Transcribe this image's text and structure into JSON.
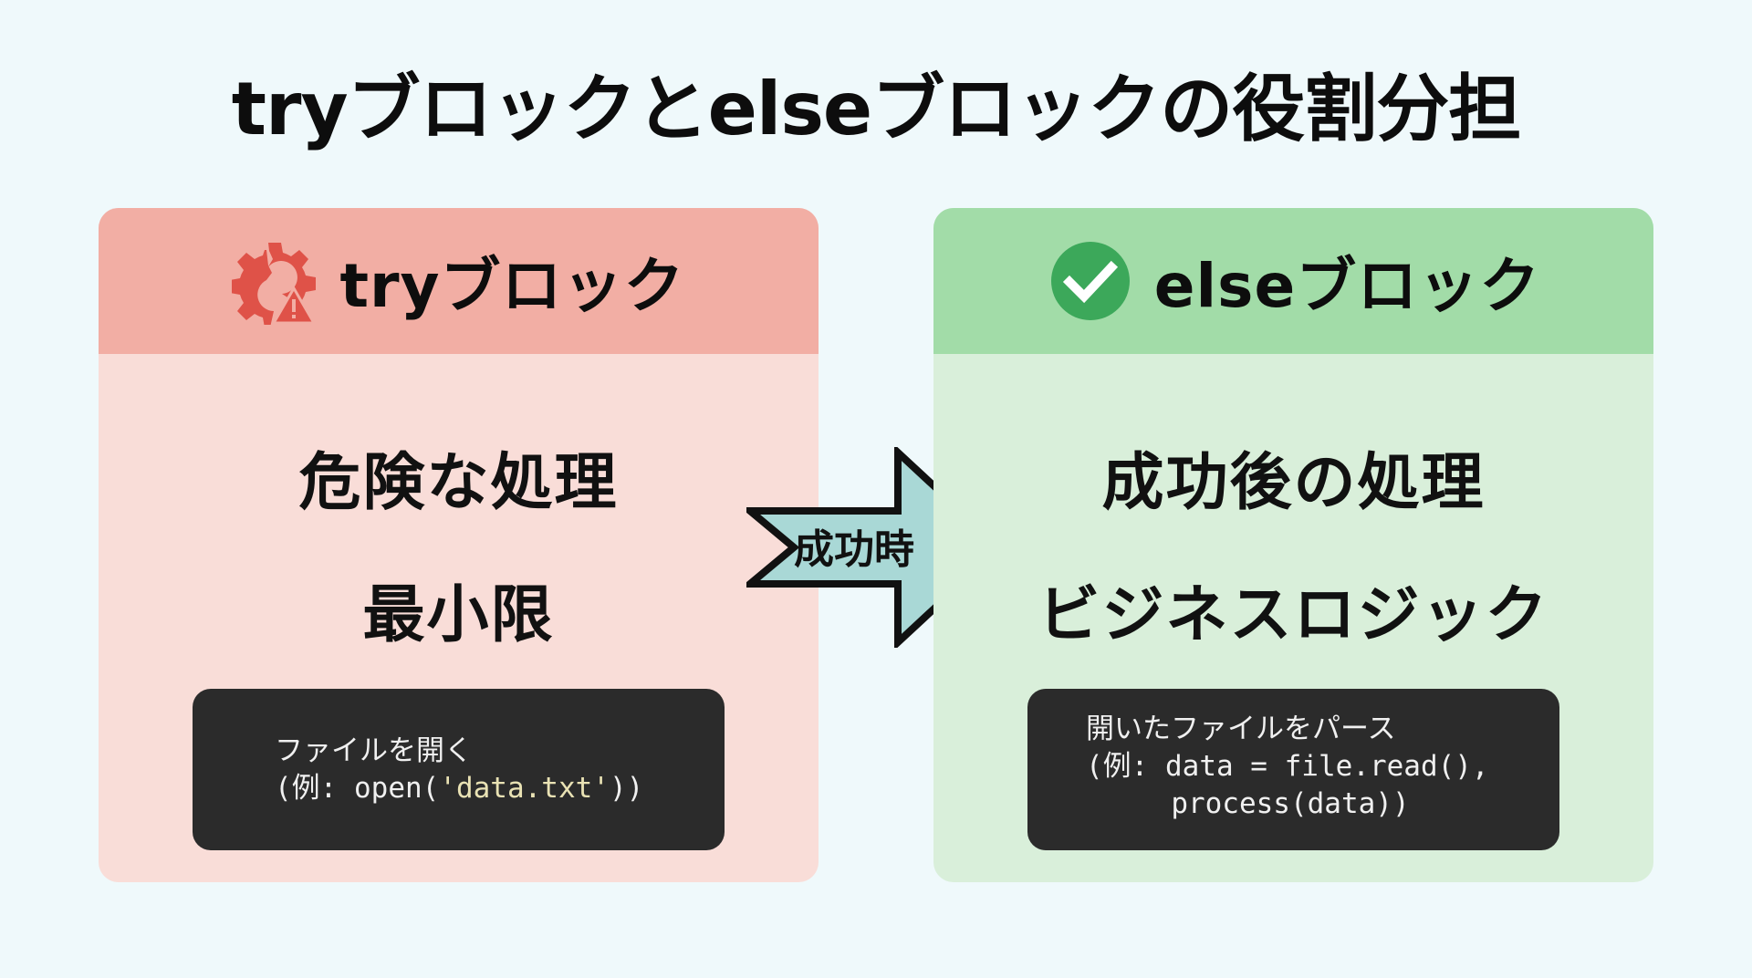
{
  "title": "tryブロックとelseブロックの役割分担",
  "colors": {
    "background": "#eff9fb",
    "try_header": "#f2aea4",
    "try_body": "#f9ddd8",
    "try_icon": "#df5248",
    "else_header": "#a2dca8",
    "else_body": "#d9efda",
    "else_icon": "#3ca85a",
    "arrow_fill": "#a9d8d6",
    "code_bg": "#2b2b2b",
    "code_string": "#e9e2b4"
  },
  "try_panel": {
    "icon": "broken-gear-warning-icon",
    "header": "tryブロック",
    "line1": "危険な処理",
    "line2": "最小限",
    "code": {
      "line1": "ファイルを開く",
      "line2_prefix": "(例: open(",
      "line2_string": "'data.txt'",
      "line2_suffix": "))"
    }
  },
  "arrow": {
    "icon": "right-arrow-icon",
    "label": "成功時"
  },
  "else_panel": {
    "icon": "check-circle-icon",
    "header": "elseブロック",
    "line1": "成功後の処理",
    "line2": "ビジネスロジック",
    "code": {
      "line1": "開いたファイルをパース",
      "line2": "(例: data = file.read(),",
      "line3": "     process(data))"
    }
  }
}
